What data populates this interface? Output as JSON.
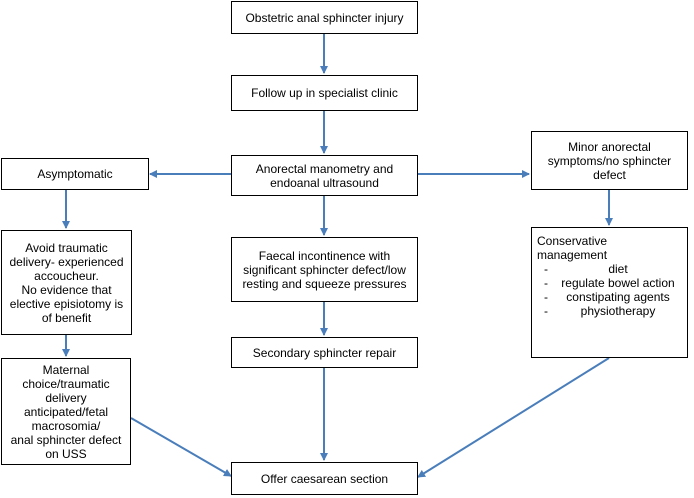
{
  "flowchart": {
    "nodes": {
      "obstetric_injury": "Obstetric anal sphincter injury",
      "follow_up": "Follow up in specialist clinic",
      "manometry": [
        "Anorectal manometry and",
        "endoanal ultrasound"
      ],
      "asymptomatic": "Asymptomatic",
      "minor_symptoms": [
        "Minor anorectal",
        "symptoms/no sphincter",
        "defect"
      ],
      "avoid_traumatic": [
        "Avoid traumatic",
        "delivery- experienced",
        "accoucheur.",
        "No evidence that",
        "elective episiotomy is",
        "of benefit"
      ],
      "faecal_incontinence": [
        "Faecal incontinence with",
        "significant sphincter defect/low",
        "resting and squeeze pressures"
      ],
      "conservative": {
        "title": [
          "Conservative",
          "management"
        ],
        "items": [
          "diet",
          "regulate bowel action",
          "constipating agents",
          "physiotherapy"
        ]
      },
      "secondary_repair": "Secondary sphincter repair",
      "maternal_choice": [
        "Maternal",
        "choice/traumatic",
        "delivery",
        "anticipated/fetal",
        "macrosomia/",
        "anal sphincter defect",
        "on USS"
      ],
      "caesarean": "Offer caesarean section"
    },
    "edges": [
      [
        "obstetric_injury",
        "follow_up"
      ],
      [
        "follow_up",
        "manometry"
      ],
      [
        "manometry",
        "asymptomatic"
      ],
      [
        "manometry",
        "minor_symptoms"
      ],
      [
        "manometry",
        "faecal_incontinence"
      ],
      [
        "asymptomatic",
        "avoid_traumatic"
      ],
      [
        "avoid_traumatic",
        "maternal_choice"
      ],
      [
        "maternal_choice",
        "caesarean"
      ],
      [
        "faecal_incontinence",
        "secondary_repair"
      ],
      [
        "secondary_repair",
        "caesarean"
      ],
      [
        "minor_symptoms",
        "conservative"
      ],
      [
        "conservative",
        "caesarean"
      ]
    ],
    "arrow_color": "#4a7ebb"
  }
}
